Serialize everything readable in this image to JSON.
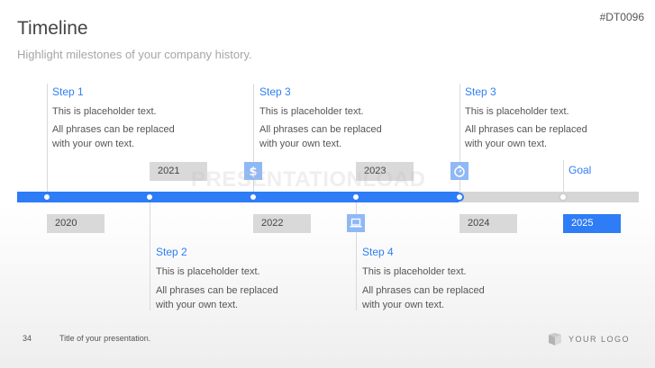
{
  "header": {
    "title": "Timeline",
    "subtitle": "Highlight milestones of your company history.",
    "doc_id": "#DT0096"
  },
  "steps_top": [
    {
      "title": "Step 1",
      "line1": "This is placeholder text.",
      "line2": "All phrases can be replaced",
      "line3": "with your own text."
    },
    {
      "title": "Step 3",
      "line1": "This is placeholder text.",
      "line2": "All phrases can be replaced",
      "line3": "with your own text."
    },
    {
      "title": "Step 3",
      "line1": "This is placeholder text.",
      "line2": "All phrases can be replaced",
      "line3": "with your own text."
    }
  ],
  "steps_bottom": [
    {
      "title": "Step 2",
      "line1": "This is placeholder text.",
      "line2": "All phrases can be replaced",
      "line3": "with your own text."
    },
    {
      "title": "Step 4",
      "line1": "This is placeholder text.",
      "line2": "All phrases can be replaced",
      "line3": "with your own text."
    }
  ],
  "years": {
    "y2020": "2020",
    "y2021": "2021",
    "y2022": "2022",
    "y2023": "2023",
    "y2024": "2024",
    "y2025": "2025"
  },
  "goal_label": "Goal",
  "progress_fraction": 0.71,
  "icons": [
    "dollar-icon",
    "laptop-icon",
    "stopwatch-icon"
  ],
  "colors": {
    "accent": "#2e7cf6",
    "track": "#d6d6d6",
    "year_box": "#d9d9d9",
    "icon_box": "#8fb8f6"
  },
  "footer": {
    "page_number": "34",
    "presentation_title": "Title of your presentation.",
    "logo_text": "YOUR LOGO"
  }
}
